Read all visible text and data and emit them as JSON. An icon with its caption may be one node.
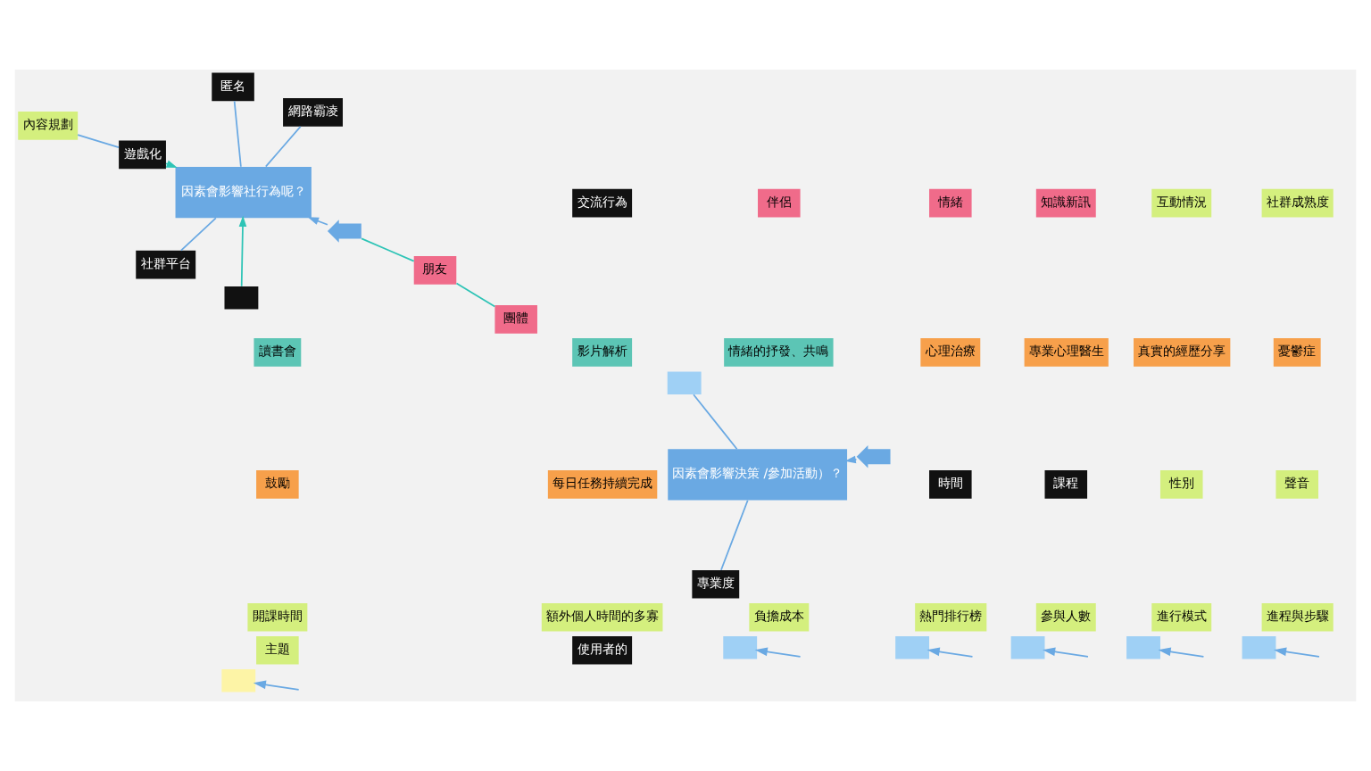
{
  "diagram": {
    "nodes": [
      {
        "text": [
          "因素會影響社行為呢？"
        ]
      },
      {
        "text": [],
        "shape": "chevron"
      },
      {
        "text": [
          "社群平台"
        ]
      },
      {
        "text": [
          "匿名"
        ]
      },
      {
        "text": [
          "網路霸凌"
        ]
      },
      {
        "text": [
          "交流行為"
        ]
      },
      {
        "text": [
          "遊戲化"
        ]
      },
      {
        "text": [
          "伴侶"
        ]
      },
      {
        "text": [
          "朋友"
        ]
      },
      {
        "text": [
          "團體"
        ]
      },
      {
        "text": [
          "情緒"
        ]
      },
      {
        "text": [
          "知識新訊"
        ]
      },
      {
        "text": [
          "互動情況"
        ]
      },
      {
        "text": [
          "社群成熟度"
        ]
      },
      {
        "text": [
          "讀書會"
        ]
      },
      {
        "text": [
          "影片解析"
        ]
      },
      {
        "text": [
          "情緒的抒發、共鳴"
        ]
      },
      {
        "text": [
          "心理治療"
        ]
      },
      {
        "text": [
          "專業心理醫生"
        ]
      },
      {
        "text": [
          "真實的經歷分享"
        ]
      },
      {
        "text": [
          "憂鬱症"
        ]
      },
      {
        "text": [
          "鼓勵"
        ]
      },
      {
        "text": [
          "每日任務持續完成"
        ]
      },
      {
        "text": [
          "因素會影響決策 /參加活動）？"
        ]
      },
      {
        "text": [],
        "shape": "chevron"
      },
      {
        "text": [
          "專業度"
        ]
      },
      {
        "text": [
          "時間"
        ]
      },
      {
        "text": [
          "課程"
        ]
      },
      {
        "text": [
          "內容規劃"
        ]
      },
      {
        "text": [
          "性別"
        ]
      },
      {
        "text": [
          "聲音"
        ]
      },
      {
        "text": [
          "開課時間"
        ]
      },
      {
        "text": [
          "額外個人時間的多寡"
        ]
      },
      {
        "text": [
          "負擔成本"
        ]
      },
      {
        "text": [
          "熱門排行榜"
        ]
      },
      {
        "text": [
          "參與人數"
        ]
      },
      {
        "text": [
          "進行模式"
        ]
      },
      {
        "text": [
          "進程與步驟"
        ]
      },
      {
        "text": [
          "主題"
        ]
      },
      {
        "text": [
          "使用者的"
        ]
      },
      {
        "text": [],
        "shape": "box"
      },
      {
        "text": [],
        "shape": "box"
      },
      {
        "text": [],
        "shape": "box"
      },
      {
        "text": [],
        "shape": "box"
      },
      {
        "text": [],
        "shape": "box"
      },
      {
        "text": [],
        "shape": "box"
      },
      {
        "text": [],
        "shape": "box"
      },
      {
        "text": [],
        "shape": "box"
      }
    ],
    "edges": [
      {
        "from": 1,
        "to": 0,
        "arrow": "to"
      },
      {
        "from": 2,
        "to": 0,
        "arrow": "none"
      },
      {
        "from": 3,
        "to": 0,
        "arrow": "none"
      },
      {
        "from": 4,
        "to": 0,
        "arrow": "none"
      },
      {
        "from": 6,
        "to": 0,
        "arrow": "to",
        "color": "#2ec4b6"
      },
      {
        "from": 47,
        "to": 0,
        "arrow": "to",
        "color": "#2ec4b6"
      },
      {
        "from": 8,
        "to": 1,
        "arrow": "none",
        "color": "#2ec4b6"
      },
      {
        "from": 9,
        "to": 8,
        "arrow": "none",
        "color": "#2ec4b6"
      },
      {
        "from": null,
        "to": 40,
        "arrow": "to"
      },
      {
        "from": null,
        "to": 41,
        "arrow": "to"
      },
      {
        "from": 24,
        "to": 23,
        "arrow": "to"
      },
      {
        "from": 25,
        "to": 23,
        "arrow": "none"
      },
      {
        "from": 46,
        "to": 23,
        "arrow": "none"
      },
      {
        "from": 28,
        "to": 6,
        "arrow": "none"
      },
      {
        "from": null,
        "to": 45,
        "arrow": "to"
      },
      {
        "from": null,
        "to": 42,
        "arrow": "to"
      },
      {
        "from": null,
        "to": 43,
        "arrow": "to"
      },
      {
        "from": null,
        "to": 44,
        "arrow": "to"
      }
    ]
  }
}
